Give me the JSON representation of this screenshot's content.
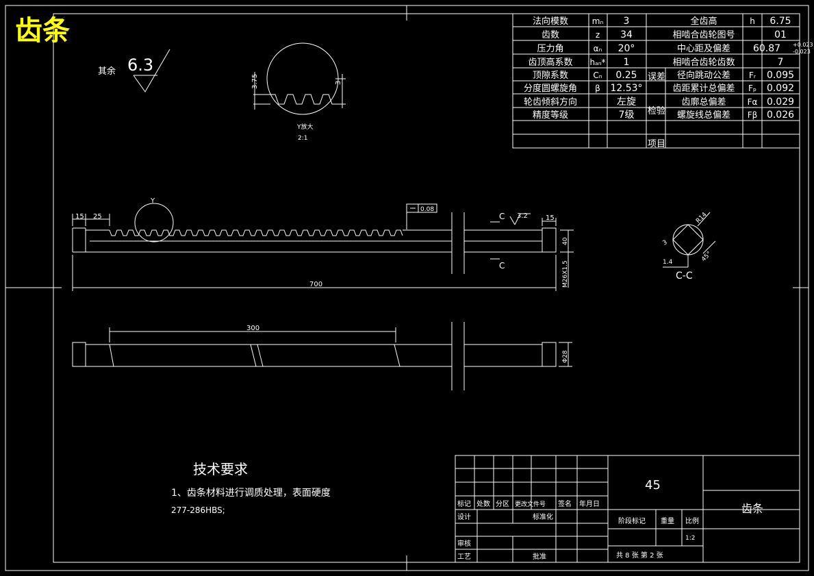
{
  "title": "齿条",
  "roughness": {
    "prefix": "其余",
    "value": "6.3",
    "note": "3.2"
  },
  "detail": {
    "label": "Y放大",
    "scale": "2:1",
    "dim_375": "3.75",
    "dim_3": "3",
    "marker": "Y"
  },
  "params": [
    {
      "name": "法向模数",
      "sym": "mₙ",
      "val": "3",
      "name2": "全齿高",
      "sym2": "h",
      "val2": "6.75"
    },
    {
      "name": "齿数",
      "sym": "z",
      "val": "34",
      "name2": "相啮合齿轮图号",
      "sym2": "",
      "val2": "01"
    },
    {
      "name": "压力角",
      "sym": "αₙ",
      "val": "20°",
      "name2": "中心距及偏差",
      "sym2": "",
      "val2": "60.87",
      "tol_up": "+0.023",
      "tol_dn": "-0.023"
    },
    {
      "name": "齿顶高系数",
      "sym": "hₐₙ*",
      "val": "1",
      "name2": "相啮合齿轮齿数",
      "sym2": "",
      "val2": "7"
    },
    {
      "name": "顶隙系数",
      "sym": "Cₙ",
      "val": "0.25",
      "name2": "径向跳动公差",
      "sym2": "Fᵣ",
      "val2": "0.095"
    },
    {
      "name": "分度圆螺旋角",
      "sym": "β",
      "val": "12.53°",
      "name2": "齿距累计总偏差",
      "sym2": "Fₚ",
      "val2": "0.092"
    },
    {
      "name": "轮齿倾斜方向",
      "sym": "",
      "val": "左旋",
      "name2": "齿廓总偏差",
      "sym2": "Fα",
      "val2": "0.029"
    },
    {
      "name": "精度等级",
      "sym": "",
      "val": "7级",
      "name2": "螺旋线总偏差",
      "sym2": "Fβ",
      "val2": "0.026"
    }
  ],
  "param_groups": {
    "err": "误差",
    "check": "检验",
    "item": "项目"
  },
  "dims": {
    "d15a": "15",
    "d25": "25",
    "tol": "0.08",
    "d700": "700",
    "d15b": "15",
    "thread": "M26X1.5",
    "d300": "300",
    "dia28": "Φ28",
    "d40": "40",
    "sec": "C",
    "r14": "R14",
    "d1_4": "1.4",
    "ang": "45°",
    "secname": "C-C",
    "d3": "3"
  },
  "tech": {
    "heading": "技术要求",
    "line1": "1、齿条材料进行调质处理，表面硬度",
    "line2": "277-286HBS;"
  },
  "titleblock": {
    "material": "45",
    "part": "齿条",
    "h": [
      "标记",
      "处数",
      "分区",
      "更改文件号",
      "签名",
      "年月日"
    ],
    "design": "设计",
    "std": "标准化",
    "stage": "阶段标记",
    "weight": "重量",
    "scale_lbl": "比例",
    "scale": "1:2",
    "review": "审核",
    "craft": "工艺",
    "approve": "批准",
    "sheets": "共 8 张  第 2 张"
  }
}
